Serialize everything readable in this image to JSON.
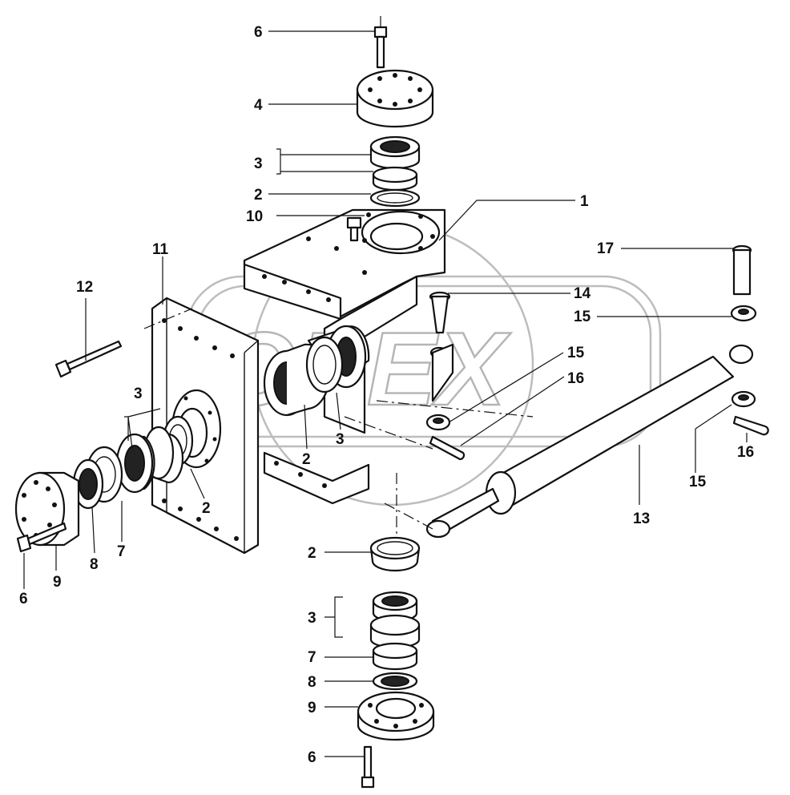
{
  "watermark": "OPEX",
  "callouts": [
    {
      "id": "c-6-top",
      "label": "6"
    },
    {
      "id": "c-4",
      "label": "4"
    },
    {
      "id": "c-3-top",
      "label": "3"
    },
    {
      "id": "c-2-top",
      "label": "2"
    },
    {
      "id": "c-10",
      "label": "10"
    },
    {
      "id": "c-1",
      "label": "1"
    },
    {
      "id": "c-11",
      "label": "11"
    },
    {
      "id": "c-12",
      "label": "12"
    },
    {
      "id": "c-17",
      "label": "17"
    },
    {
      "id": "c-14",
      "label": "14"
    },
    {
      "id": "c-15-a",
      "label": "15"
    },
    {
      "id": "c-15-b",
      "label": "15"
    },
    {
      "id": "c-16-a",
      "label": "16"
    },
    {
      "id": "c-3-left",
      "label": "3"
    },
    {
      "id": "c-2-mid",
      "label": "2"
    },
    {
      "id": "c-3-mid",
      "label": "3"
    },
    {
      "id": "c-2-left",
      "label": "2"
    },
    {
      "id": "c-16-b",
      "label": "16"
    },
    {
      "id": "c-15-c",
      "label": "15"
    },
    {
      "id": "c-13",
      "label": "13"
    },
    {
      "id": "c-7-left",
      "label": "7"
    },
    {
      "id": "c-8-left",
      "label": "8"
    },
    {
      "id": "c-9-left",
      "label": "9"
    },
    {
      "id": "c-6-left",
      "label": "6"
    },
    {
      "id": "c-2-bot",
      "label": "2"
    },
    {
      "id": "c-3-bot",
      "label": "3"
    },
    {
      "id": "c-7-bot",
      "label": "7"
    },
    {
      "id": "c-8-bot",
      "label": "8"
    },
    {
      "id": "c-9-bot",
      "label": "9"
    },
    {
      "id": "c-6-bot",
      "label": "6"
    }
  ]
}
